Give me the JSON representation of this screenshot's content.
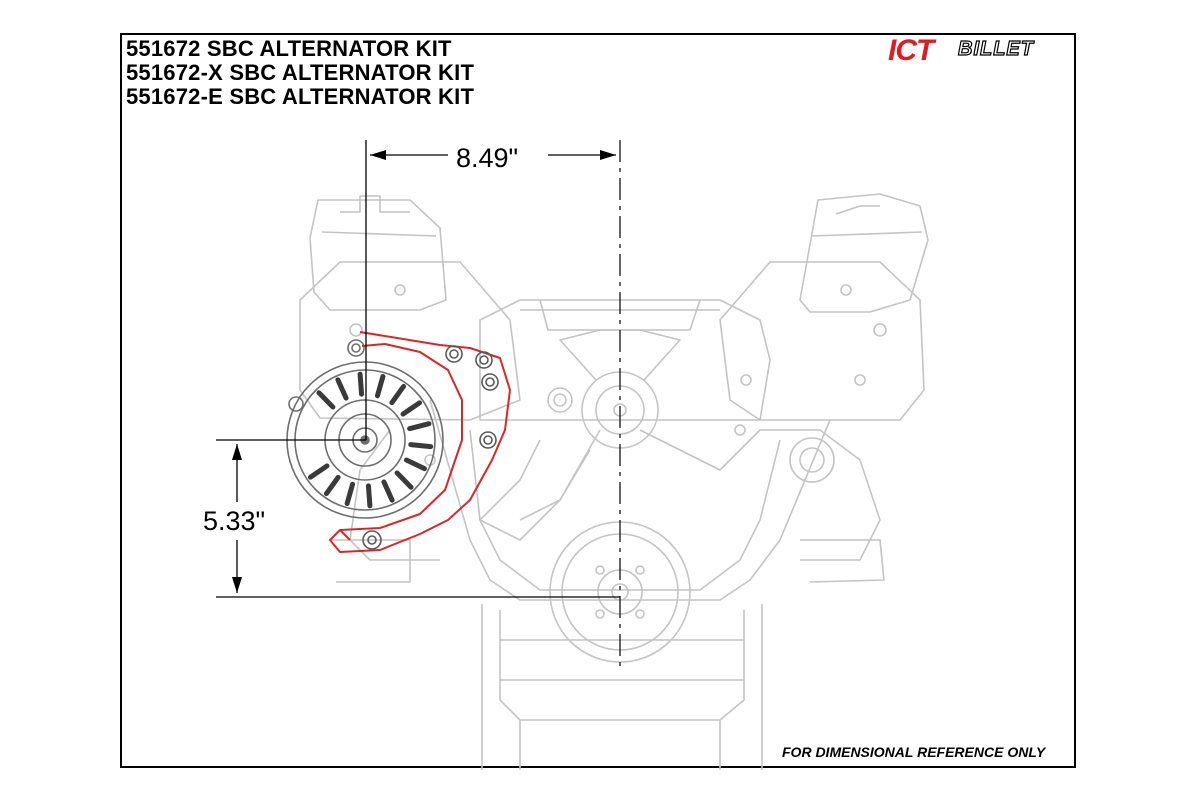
{
  "titles": {
    "line1": "551672 SBC ALTERNATOR KIT",
    "line2": "551672-X SBC ALTERNATOR KIT",
    "line3": "551672-E SBC ALTERNATOR KIT"
  },
  "logo": {
    "brand": "ICT",
    "sub": "BILLET"
  },
  "dimensions": {
    "horizontal": "8.49\"",
    "vertical": "5.33\""
  },
  "footer": {
    "note": "FOR DIMENSIONAL REFERENCE ONLY"
  },
  "colors": {
    "bracket": "#d62828",
    "engine_line": "#bdbdbd",
    "ink": "#000000",
    "logo_red": "#e21b23"
  }
}
